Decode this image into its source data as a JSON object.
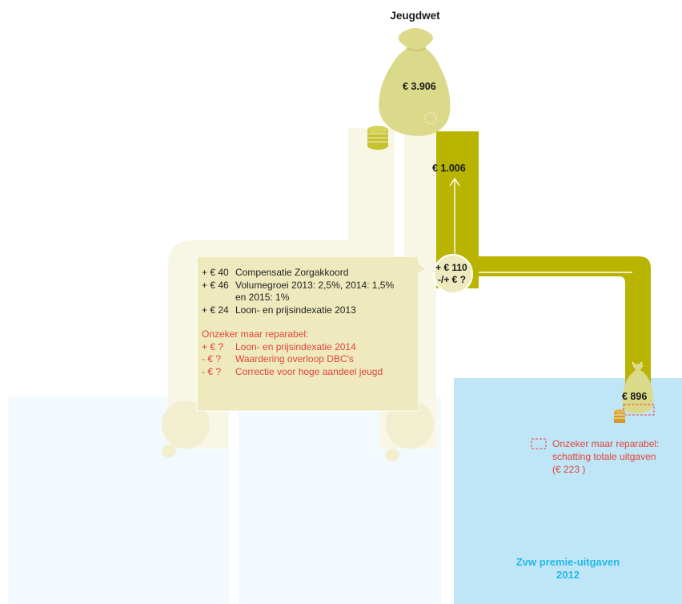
{
  "title": "Jeugdwet",
  "bags": {
    "main_amount": "€ 3.906",
    "small_amount": "€ 896"
  },
  "flows": {
    "vertical_amount": "€ 1.006",
    "node_line1": "+ € 110",
    "node_line2": "-/+ € ?"
  },
  "note": {
    "items": [
      {
        "amount": "+ € 40",
        "text": "Compensatie Zorgakkoord"
      },
      {
        "amount": "+ € 46",
        "text": "Volumegroei 2013: 2,5%,  2014: 1,5%"
      },
      {
        "amount": "",
        "text": "en 2015: 1%"
      },
      {
        "amount": "+ € 24",
        "text": "Loon- en prijsindexatie 2013"
      }
    ],
    "uncertain_heading": "Onzeker maar reparabel:",
    "uncertain_items": [
      {
        "amount": "+ € ?",
        "text": "Loon- en prijsindexatie 2014"
      },
      {
        "amount": "- € ?",
        "text": "Waardering overloop DBC's"
      },
      {
        "amount": "- € ?",
        "text": "Correctie voor hoge aandeel jeugd"
      }
    ]
  },
  "legend": {
    "line1": "Onzeker maar reparabel:",
    "line2": "schatting totale uitgaven",
    "line3": "(€ 223 )"
  },
  "bottom_label": {
    "line1": "Zvw premie-uitgaven",
    "line2": "2012"
  },
  "colors": {
    "olive": "#b9b400",
    "bag": "#dbd98a",
    "note_bg": "#eeeabe",
    "faded": "#f8f7e6",
    "light_blue": "#bfe6f7",
    "pale_blue": "#f3fafe",
    "red": "#e0453a",
    "blue_text": "#22b8e6"
  }
}
